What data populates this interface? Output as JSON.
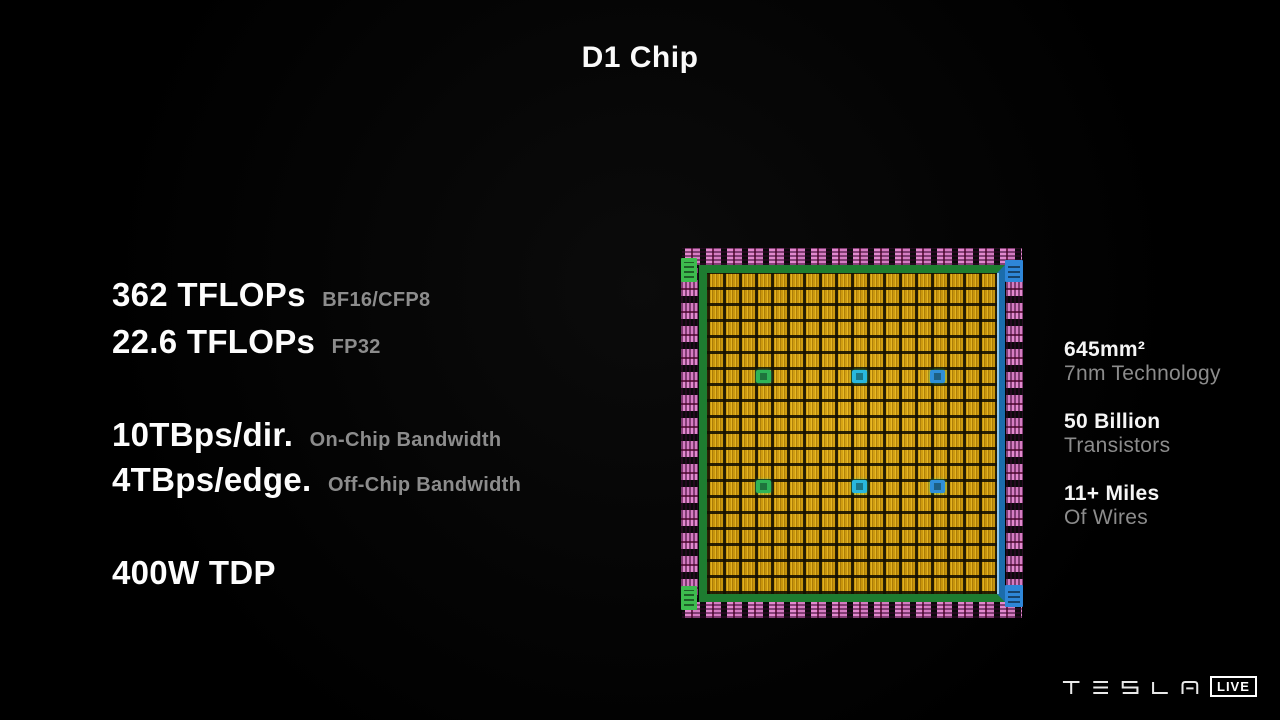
{
  "slide": {
    "title": "D1 Chip"
  },
  "left_stats": [
    {
      "value": "362 TFLOPs",
      "label": "BF16/CFP8"
    },
    {
      "value": "22.6 TFLOPs",
      "label": "FP32"
    },
    {
      "value": "10TBps/dir.",
      "label": "On-Chip Bandwidth"
    },
    {
      "value": "4TBps/edge.",
      "label": "Off-Chip Bandwidth"
    },
    {
      "value": "400W TDP",
      "label": ""
    }
  ],
  "right_stats": [
    {
      "value": "645mm²",
      "label": "7nm Technology"
    },
    {
      "value": "50 Billion",
      "label": "Transistors"
    },
    {
      "value": "11+ Miles",
      "label": "Of Wires"
    }
  ],
  "footer": {
    "brand": "TESLA",
    "live_label": "LIVE"
  },
  "chip": {
    "colors": {
      "core_gold": "#c7940b",
      "pad_pink": "#e389cf",
      "border_green": "#1e7c30",
      "border_blue": "#1b6cab",
      "special_green": "#2fb457",
      "special_cyan": "#29b7dd",
      "special_blue": "#2f8fd8",
      "corner_green": "#3dbb4e",
      "corner_blue": "#2e86d8"
    }
  }
}
